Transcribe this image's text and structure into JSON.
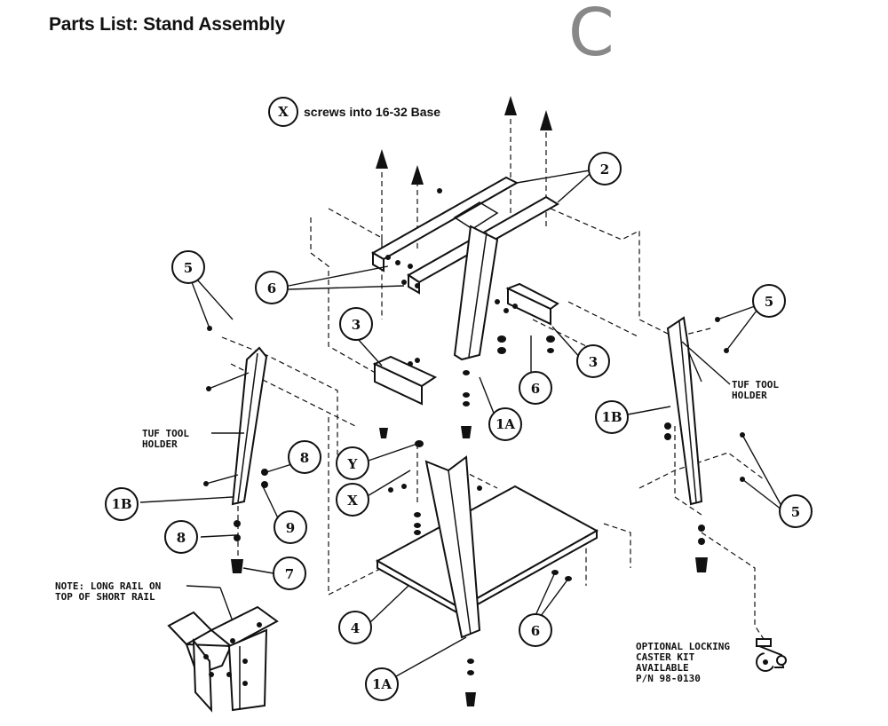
{
  "header": {
    "title": "Parts List: Stand Assembly",
    "revision_mark": "C"
  },
  "legend": {
    "symbol": "X",
    "text": "screws into 16-32 Base"
  },
  "callouts": [
    {
      "id": "2"
    },
    {
      "id": "5"
    },
    {
      "id": "6"
    },
    {
      "id": "3"
    },
    {
      "id": "5"
    },
    {
      "id": "3"
    },
    {
      "id": "6"
    },
    {
      "id": "1A"
    },
    {
      "id": "1B"
    },
    {
      "id": "8"
    },
    {
      "id": "Y"
    },
    {
      "id": "X"
    },
    {
      "id": "1B"
    },
    {
      "id": "9"
    },
    {
      "id": "8"
    },
    {
      "id": "5"
    },
    {
      "id": "7"
    },
    {
      "id": "4"
    },
    {
      "id": "6"
    },
    {
      "id": "1A"
    }
  ],
  "notes": {
    "tuf_left": [
      "TUF TOOL",
      "HOLDER"
    ],
    "tuf_right": [
      "TUF TOOL",
      "HOLDER"
    ],
    "long_rail": [
      "NOTE: LONG RAIL ON",
      "TOP OF SHORT RAIL"
    ],
    "caster": [
      "OPTIONAL LOCKING",
      "CASTER KIT",
      "AVAILABLE",
      "P/N 98-0130"
    ]
  }
}
